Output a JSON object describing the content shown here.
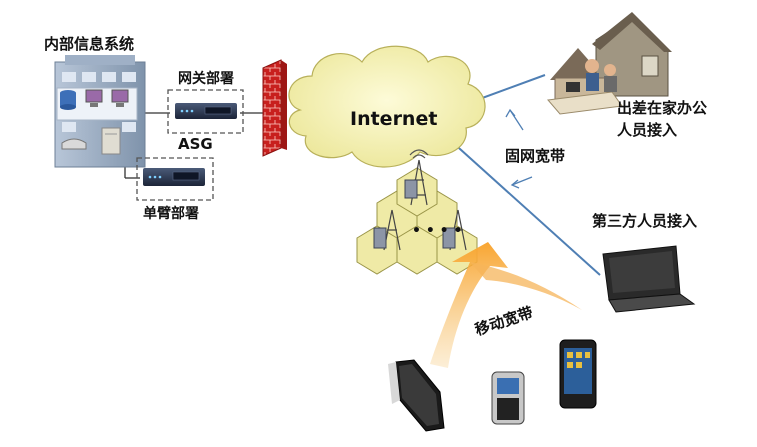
{
  "labels": {
    "internal_system": "内部信息系统",
    "gateway_deploy": "网关部署",
    "asg": "ASG",
    "single_arm_deploy": "单臂部署",
    "internet": "Internet",
    "home_office": "出差在家办公\n人员接入",
    "fixed_broadband": "固网宽带",
    "third_party": "第三方人员接入",
    "mobile_broadband": "移动宽带"
  },
  "colors": {
    "cloud_fill": "#f7f4b0",
    "firewall": "#c8201e",
    "link_line": "#4f7fb4",
    "arrow_orange": "#f08c12",
    "hex_fill": "#efeaa6"
  }
}
